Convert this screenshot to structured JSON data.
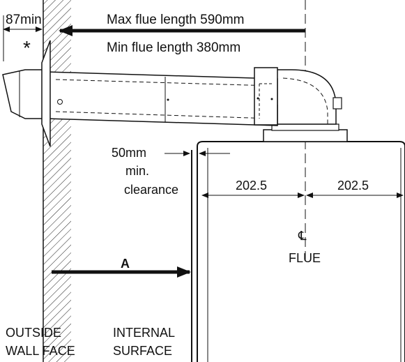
{
  "labels": {
    "outside_min": "87min",
    "asterisk": "*",
    "max_flue": "Max flue length 590mm",
    "min_flue": "Min flue length 380mm",
    "clearance_value": "50mm",
    "clearance_min": "min.",
    "clearance_word": "clearance",
    "dim_left": "202.5",
    "dim_right": "202.5",
    "centreline_symbol": "℄",
    "flue": "FLUE",
    "distance_a": "A",
    "outside_wall_line1": "OUTSIDE",
    "outside_wall_line2": "WALL FACE",
    "internal_surface_line1": "INTERNAL",
    "internal_surface_line2": "SURFACE"
  },
  "colors": {
    "line": "#111111",
    "background": "#ffffff",
    "hatch": "#222222"
  }
}
